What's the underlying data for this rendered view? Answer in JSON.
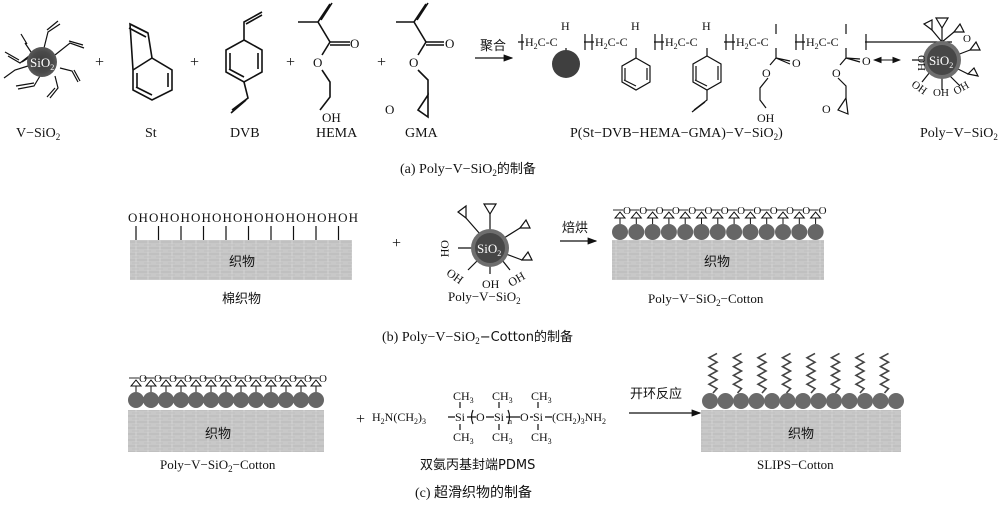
{
  "panel_a": {
    "reactants": [
      {
        "label": "V−SiO",
        "sub": "2",
        "core_text": "SiO",
        "core_sub": "2"
      },
      {
        "label": "St"
      },
      {
        "label": "DVB"
      },
      {
        "label": "HEMA",
        "group_text": "OH"
      },
      {
        "label": "GMA"
      }
    ],
    "plus": "+",
    "carbonyl_o": "O",
    "ester_o": "O",
    "epoxide_o": "O",
    "arrow_label": "聚合",
    "polymer": {
      "label": "P(St−DVB−HEMA−GMA)−V−SiO",
      "label_sub": "2",
      "label_end": ")",
      "unit_text": "H",
      "unit_sub": "2",
      "unit_c": "C-C",
      "h_label": "H",
      "oh": "OH"
    },
    "product": {
      "label": "Poly−V−SiO",
      "sub": "2",
      "core_text": "SiO",
      "core_sub": "2",
      "oh": "OH"
    },
    "caption": {
      "prefix": "(a) Poly−V−SiO",
      "sub": "2",
      "suffix": "的制备"
    }
  },
  "panel_b": {
    "oh_row": "OHOHOHOHOHOHOHOHOHOHOH",
    "fabric_text": "织物",
    "cotton_label": "棉织物",
    "plus": "+",
    "particle": {
      "label": "Poly−V−SiO",
      "sub": "2",
      "core_text": "SiO",
      "core_sub": "2",
      "oh": "OH"
    },
    "arrow_label": "焙烘",
    "product_label": {
      "prefix": "Poly−V−SiO",
      "sub": "2",
      "suffix": "−Cotton"
    },
    "caption": {
      "prefix": "(b) Poly−V−SiO",
      "sub": "2",
      "suffix": "−Cotton的制备"
    }
  },
  "panel_c": {
    "fabric_text": "织物",
    "reactant_label": {
      "prefix": "Poly−V−SiO",
      "sub": "2",
      "suffix": "−Cotton"
    },
    "plus": "+",
    "pdms": {
      "left": "H",
      "left_sub": "2",
      "left_mid": "N(CH",
      "left_sub2": "2",
      "left_end": ")",
      "left_sub3": "3",
      "si": "Si",
      "o": "O",
      "n": "n",
      "right": "(CH",
      "right_sub": "2",
      "right_mid": ")",
      "right_sub2": "3",
      "right_end": "NH",
      "right_sub3": "2",
      "ch3": "CH",
      "ch3_sub": "3",
      "name": "双氨丙基封端PDMS"
    },
    "arrow_label": "开环反应",
    "product_label": "SLIPS−Cotton",
    "caption": "(c) 超滑织物的制备"
  },
  "colors": {
    "nanoparticle_dark": "#4a4a4a",
    "nanoparticle_ring": "#6e6e6e",
    "bead": "#666666",
    "fabric": "#c9c9c9",
    "ink": "#111111"
  }
}
